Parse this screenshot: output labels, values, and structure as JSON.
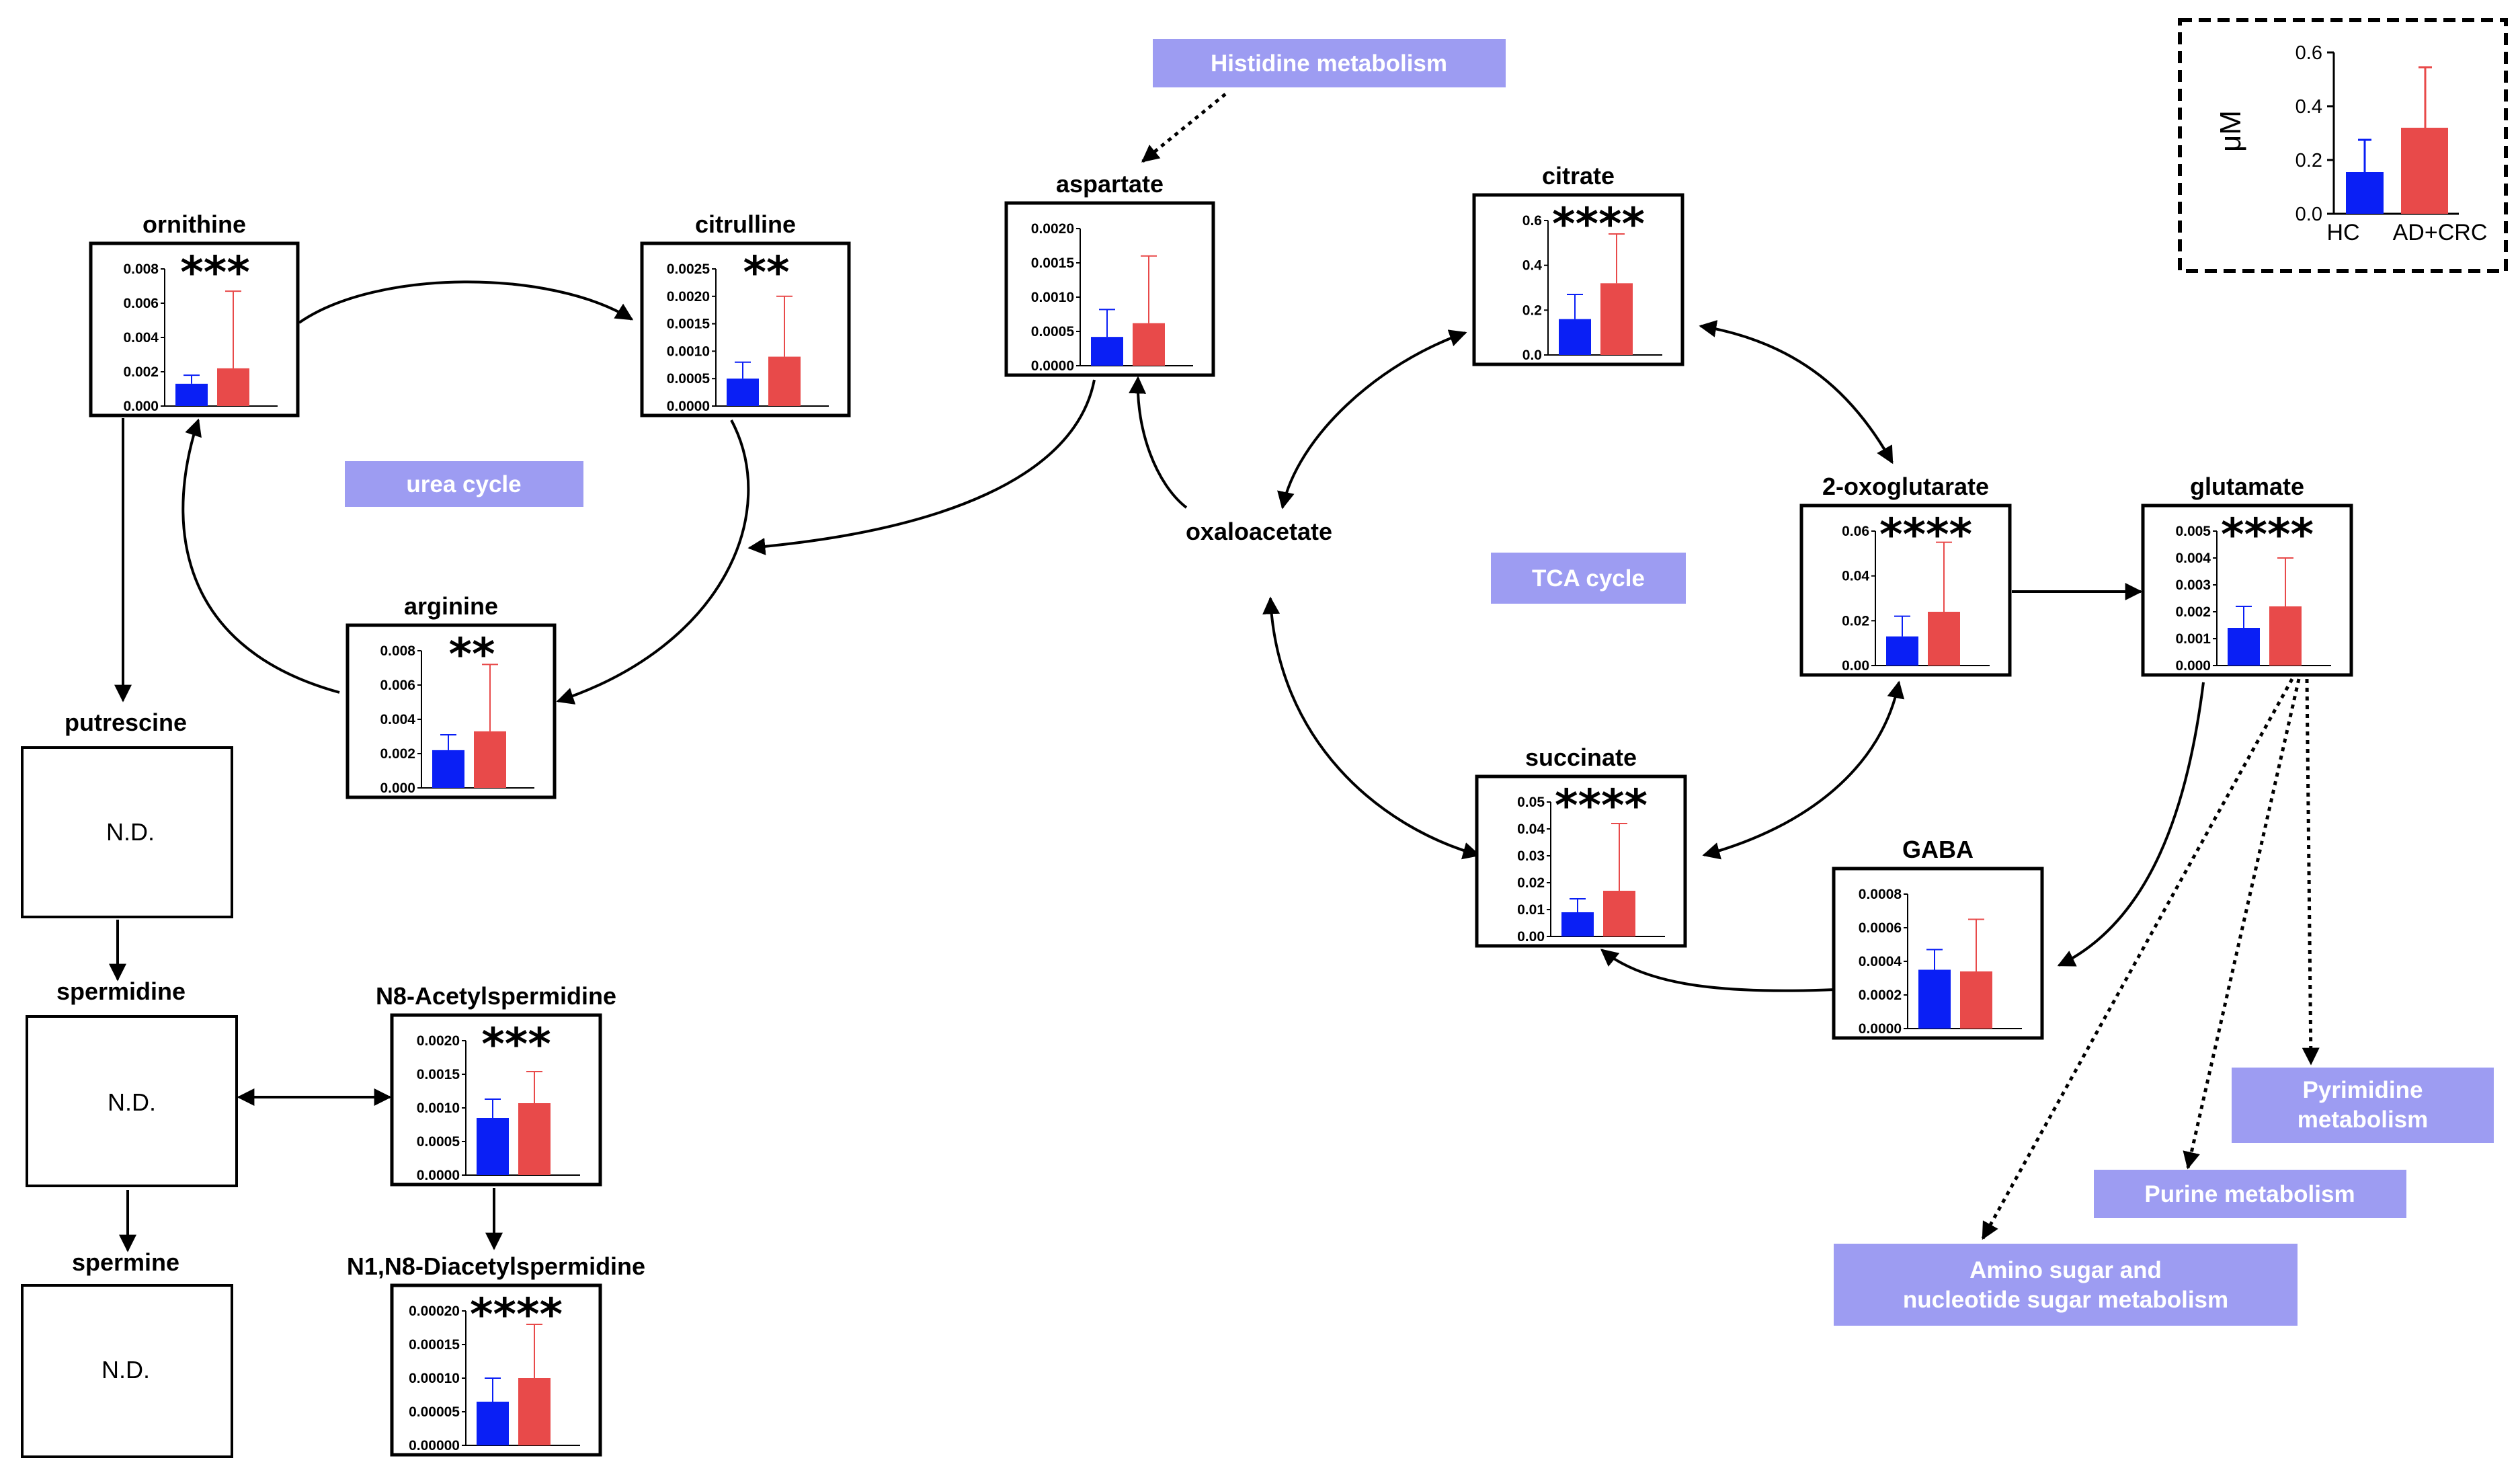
{
  "colors": {
    "hc": "#0a1ff5",
    "crc": "#e84a4a",
    "tag": "#9d9cf2"
  },
  "legend": {
    "unit": "μM",
    "categories": [
      "HC",
      "AD+CRC"
    ],
    "ticks": [
      "0.0",
      "0.2",
      "0.4",
      "0.6"
    ]
  },
  "tags": {
    "urea_cycle": "urea cycle",
    "tca_cycle": "TCA cycle",
    "histidine": "Histidine metabolism",
    "pyrimidine_1": "Pyrimidine",
    "pyrimidine_2": "metabolism",
    "purine": "Purine metabolism",
    "amino_sugar_1": "Amino sugar and",
    "amino_sugar_2": "nucleotide sugar metabolism"
  },
  "labels": {
    "oxaloacetate": "oxaloacetate",
    "putrescine": "putrescine",
    "spermidine": "spermidine",
    "spermine": "spermine"
  },
  "not_detected": "N.D.",
  "chart_data": [
    {
      "type": "bar",
      "title": "ornithine",
      "categories": [
        "HC",
        "AD+CRC"
      ],
      "values": [
        0.0013,
        0.0022
      ],
      "error": [
        0.0005,
        0.0045
      ],
      "ylim": [
        0,
        0.008
      ],
      "yticks": [
        "0.000",
        "0.002",
        "0.004",
        "0.006",
        "0.008"
      ],
      "significance": "***"
    },
    {
      "type": "bar",
      "title": "citrulline",
      "categories": [
        "HC",
        "AD+CRC"
      ],
      "values": [
        0.0005,
        0.0009
      ],
      "error": [
        0.0003,
        0.0011
      ],
      "ylim": [
        0,
        0.0025
      ],
      "yticks": [
        "0.0000",
        "0.0005",
        "0.0010",
        "0.0015",
        "0.0020",
        "0.0025"
      ],
      "significance": "**"
    },
    {
      "type": "bar",
      "title": "arginine",
      "categories": [
        "HC",
        "AD+CRC"
      ],
      "values": [
        0.0022,
        0.0033
      ],
      "error": [
        0.0009,
        0.0039
      ],
      "ylim": [
        0,
        0.008
      ],
      "yticks": [
        "0.000",
        "0.002",
        "0.004",
        "0.006",
        "0.008"
      ],
      "significance": "**"
    },
    {
      "type": "bar",
      "title": "aspartate",
      "categories": [
        "HC",
        "AD+CRC"
      ],
      "values": [
        0.00042,
        0.00062
      ],
      "error": [
        0.0004,
        0.00098
      ],
      "ylim": [
        0,
        0.002
      ],
      "yticks": [
        "0.0000",
        "0.0005",
        "0.0010",
        "0.0015",
        "0.0020"
      ],
      "significance": ""
    },
    {
      "type": "bar",
      "title": "citrate",
      "categories": [
        "HC",
        "AD+CRC"
      ],
      "values": [
        0.16,
        0.32
      ],
      "error": [
        0.11,
        0.22
      ],
      "ylim": [
        0,
        0.6
      ],
      "yticks": [
        "0.0",
        "0.2",
        "0.4",
        "0.6"
      ],
      "significance": "****"
    },
    {
      "type": "bar",
      "title": "2-oxoglutarate",
      "categories": [
        "HC",
        "AD+CRC"
      ],
      "values": [
        0.013,
        0.024
      ],
      "error": [
        0.009,
        0.031
      ],
      "ylim": [
        0,
        0.06
      ],
      "yticks": [
        "0.00",
        "0.02",
        "0.04",
        "0.06"
      ],
      "significance": "****"
    },
    {
      "type": "bar",
      "title": "glutamate",
      "categories": [
        "HC",
        "AD+CRC"
      ],
      "values": [
        0.0014,
        0.0022
      ],
      "error": [
        0.0008,
        0.0018
      ],
      "ylim": [
        0,
        0.005
      ],
      "yticks": [
        "0.000",
        "0.001",
        "0.002",
        "0.003",
        "0.004",
        "0.005"
      ],
      "significance": "****"
    },
    {
      "type": "bar",
      "title": "succinate",
      "categories": [
        "HC",
        "AD+CRC"
      ],
      "values": [
        0.009,
        0.017
      ],
      "error": [
        0.005,
        0.025
      ],
      "ylim": [
        0,
        0.05
      ],
      "yticks": [
        "0.00",
        "0.01",
        "0.02",
        "0.03",
        "0.04",
        "0.05"
      ],
      "significance": "****"
    },
    {
      "type": "bar",
      "title": "GABA",
      "categories": [
        "HC",
        "AD+CRC"
      ],
      "values": [
        0.00035,
        0.00034
      ],
      "error": [
        0.00012,
        0.00031
      ],
      "ylim": [
        0,
        0.0008
      ],
      "yticks": [
        "0.0000",
        "0.0002",
        "0.0004",
        "0.0006",
        "0.0008"
      ],
      "significance": ""
    },
    {
      "type": "bar",
      "title": "N8-Acetylspermidine",
      "categories": [
        "HC",
        "AD+CRC"
      ],
      "values": [
        0.00085,
        0.00107
      ],
      "error": [
        0.00028,
        0.00047
      ],
      "ylim": [
        0,
        0.002
      ],
      "yticks": [
        "0.0000",
        "0.0005",
        "0.0010",
        "0.0015",
        "0.0020"
      ],
      "significance": "***"
    },
    {
      "type": "bar",
      "title": "N1,N8-Diacetylspermidine",
      "categories": [
        "HC",
        "AD+CRC"
      ],
      "values": [
        6.5e-05,
        0.0001
      ],
      "error": [
        3.5e-05,
        8e-05
      ],
      "ylim": [
        0,
        0.0002
      ],
      "yticks": [
        "0.00000",
        "0.00005",
        "0.00010",
        "0.00015",
        "0.00020"
      ],
      "significance": "****"
    }
  ]
}
